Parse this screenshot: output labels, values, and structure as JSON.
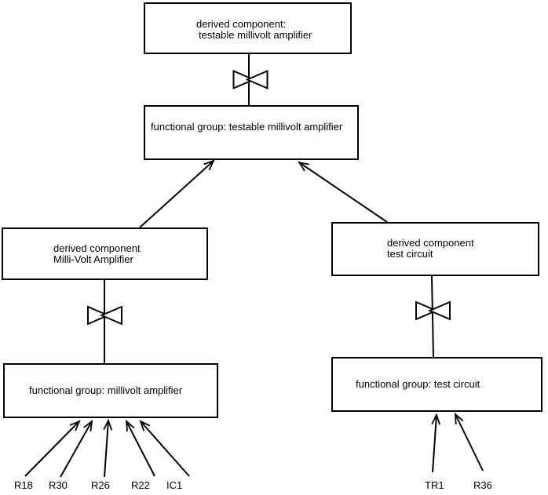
{
  "diagram": {
    "background": "#ffffff",
    "line_color": "#000000",
    "text_color": "#000000",
    "boxes": {
      "top_derived": {
        "line1": "derived component:",
        "line2": "testable millivolt amplifier"
      },
      "top_functional": {
        "label": "functional group: testable millivolt amplifier"
      },
      "left_derived": {
        "line1": "derived component",
        "line2": "Milli-Volt Amplifier"
      },
      "right_derived": {
        "line1": "derived component",
        "line2": "test circuit"
      },
      "left_functional": {
        "label": "functional group: millivolt amplifier"
      },
      "right_functional": {
        "label": "functional group: test circuit"
      }
    },
    "component_labels_left": [
      "R18",
      "R30",
      "R26",
      "R22",
      "IC1"
    ],
    "component_labels_right": [
      "TR1",
      "R36"
    ]
  }
}
